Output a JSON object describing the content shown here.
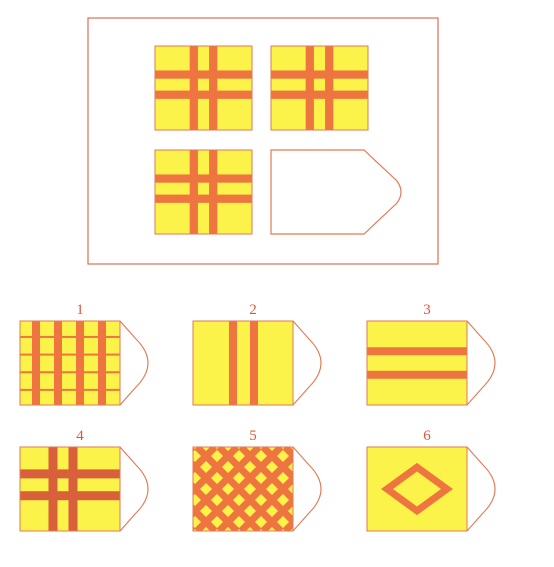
{
  "colors": {
    "yellow": "#fbf24a",
    "stripe": "#ee7540",
    "stripe_dark": "#d8603b",
    "outline": "#e07a55",
    "frame": "#dd6f53"
  },
  "options": [
    {
      "number": "1",
      "pattern": "dense-grid"
    },
    {
      "number": "2",
      "pattern": "double-vertical"
    },
    {
      "number": "3",
      "pattern": "double-horizontal"
    },
    {
      "number": "4",
      "pattern": "tartan"
    },
    {
      "number": "5",
      "pattern": "diagonal-lattice"
    },
    {
      "number": "6",
      "pattern": "diamond"
    }
  ]
}
